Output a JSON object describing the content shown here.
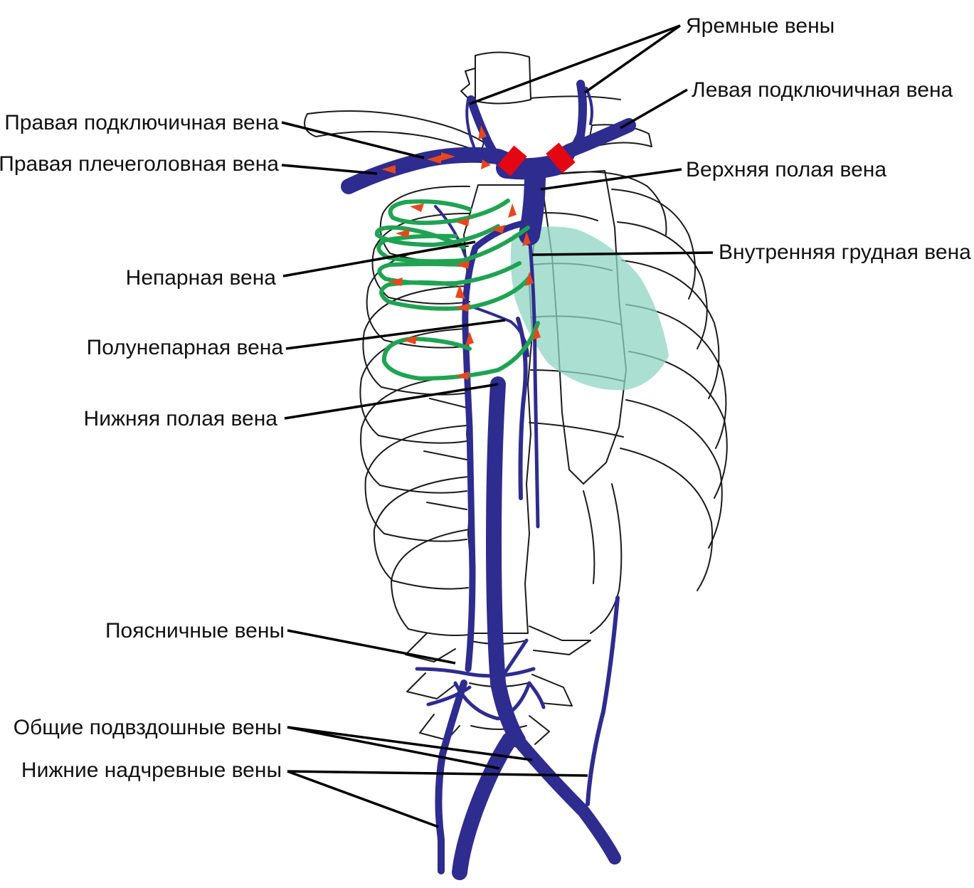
{
  "labels": {
    "jugular_veins": "Яремные вены",
    "left_subclavian_vein": "Левая подключичная вена",
    "right_subclavian_vein": "Правая подключичная вена",
    "right_brachiocephalic_vein": "Правая плечеголовная вена",
    "superior_vena_cava": "Верхняя полая вена",
    "internal_thoracic_vein": "Внутренняя грудная вена",
    "azygos_vein": "Непарная вена",
    "hemiazygos_vein": "Полунепарная вена",
    "inferior_vena_cava": "Нижняя полая вена",
    "lumbar_veins": "Поясничные вены",
    "common_iliac_veins": "Общие подвздошные вены",
    "inferior_epigastric_veins": "Нижние надчревные вены"
  },
  "colors": {
    "veins": "#2e2c8f",
    "collaterals": "#1fa352",
    "flow_arrows": "#e8471e",
    "clamps": "#e30613",
    "heart": "#8ed4c2"
  }
}
